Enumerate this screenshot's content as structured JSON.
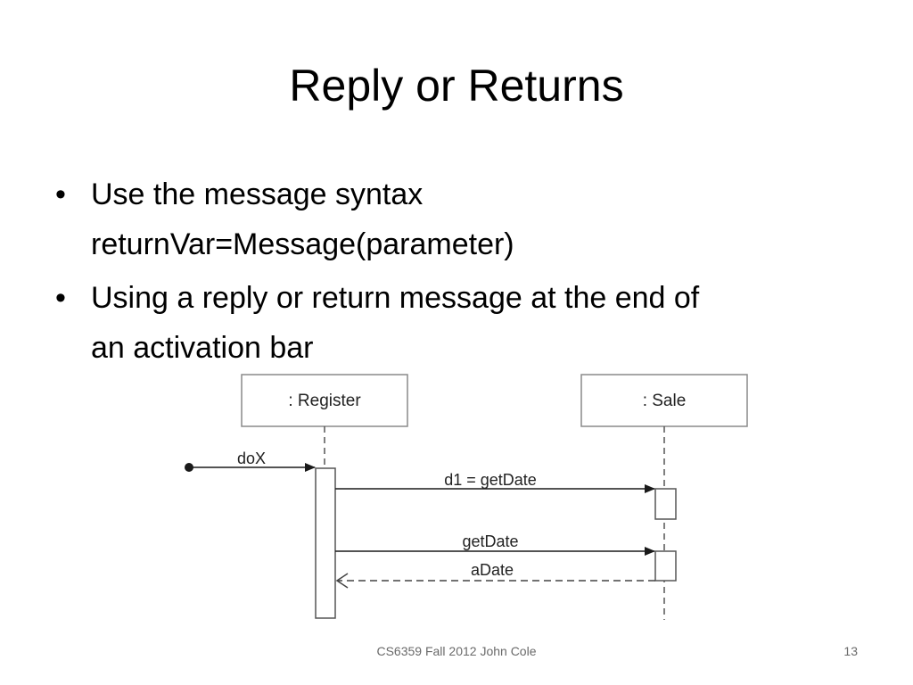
{
  "slide": {
    "title": "Reply or Returns",
    "bullets": [
      {
        "lines": [
          "Use the message syntax",
          "returnVar=Message(parameter)"
        ]
      },
      {
        "lines": [
          "Using a reply or return message at the end of",
          "an activation bar"
        ]
      }
    ],
    "bullet_symbol": "•"
  },
  "diagram": {
    "lifelines": [
      {
        "name": ": Register"
      },
      {
        "name": ": Sale"
      }
    ],
    "messages": [
      {
        "label": "doX",
        "kind": "found"
      },
      {
        "label": "d1 = getDate",
        "kind": "sync"
      },
      {
        "label": "getDate",
        "kind": "sync"
      },
      {
        "label": "aDate",
        "kind": "reply"
      }
    ]
  },
  "footer": {
    "center": "CS6359 Fall 2012 John Cole",
    "page_number": "13"
  }
}
